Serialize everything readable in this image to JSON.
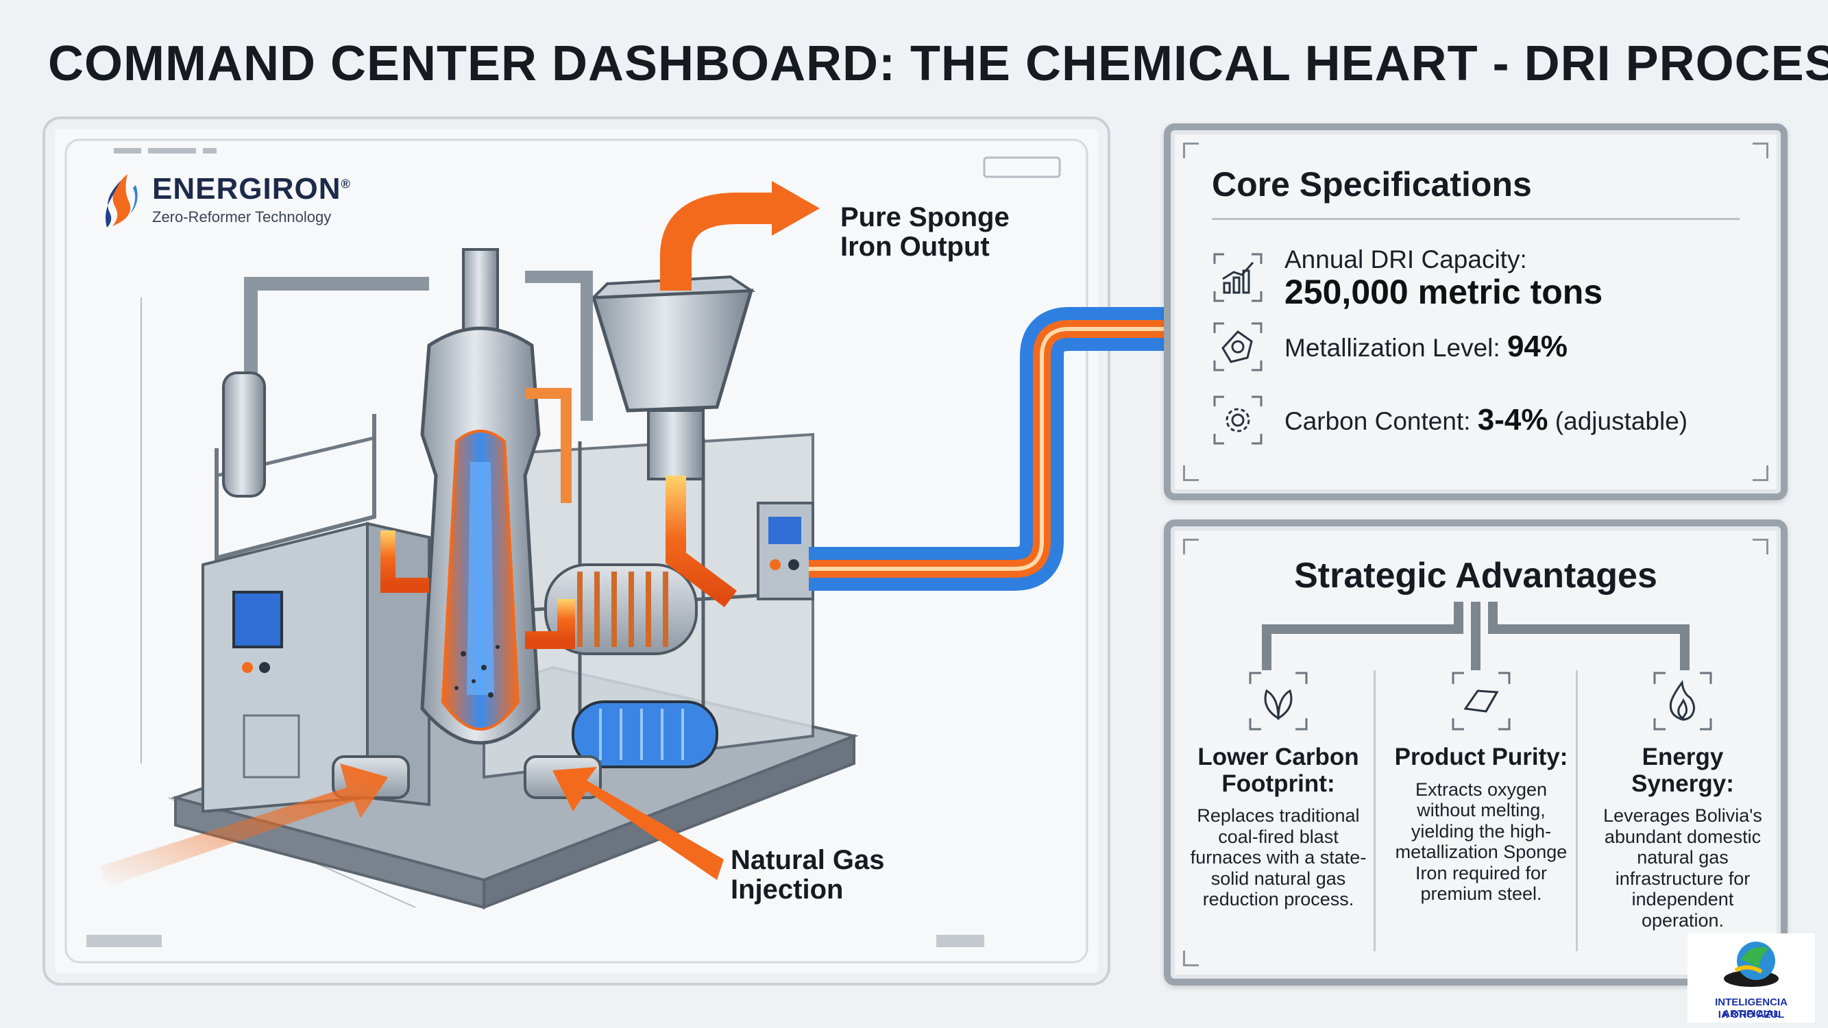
{
  "title": "COMMAND CENTER DASHBOARD: THE CHEMICAL HEART - DRI PROCESS",
  "brand": {
    "name": "ENERGIRON",
    "reg": "®",
    "subtitle": "Zero-Reformer Technology"
  },
  "callouts": {
    "output": "Pure Sponge Iron Output",
    "input": "Natural Gas Injection"
  },
  "colors": {
    "flow_hot": "#f36a1d",
    "flow_cold": "#2f7fe0",
    "panel_border": "#9aa3ab"
  },
  "core_specs": {
    "title": "Core Specifications",
    "items": [
      {
        "icon": "bar-chart-icon",
        "label": "Annual DRI Capacity:",
        "value": "250,000 metric tons"
      },
      {
        "icon": "pellet-icon",
        "label": "Metallization Level:",
        "value": "94%"
      },
      {
        "icon": "gear-icon",
        "label": "Carbon Content:",
        "value": "3-4%",
        "note": "(adjustable)"
      }
    ]
  },
  "advantages": {
    "title": "Strategic Advantages",
    "items": [
      {
        "icon": "leaf-icon",
        "heading": "Lower Carbon Footprint:",
        "body": "Replaces traditional coal-fired blast furnaces with a state-solid natural gas reduction process."
      },
      {
        "icon": "ingot-icon",
        "heading": "Product Purity:",
        "body": "Extracts oxygen without melting, yielding the high-metallization Sponge Iron required for premium steel."
      },
      {
        "icon": "flame-icon",
        "heading": "Energy Synergy:",
        "body": "Leverages Bolivia's abundant domestic natural gas infrastructure for independent operation."
      }
    ]
  },
  "watermark": {
    "line1": "INTELIGENCIA ARTIFICIAL",
    "line2": "IA ORO AZUL"
  }
}
